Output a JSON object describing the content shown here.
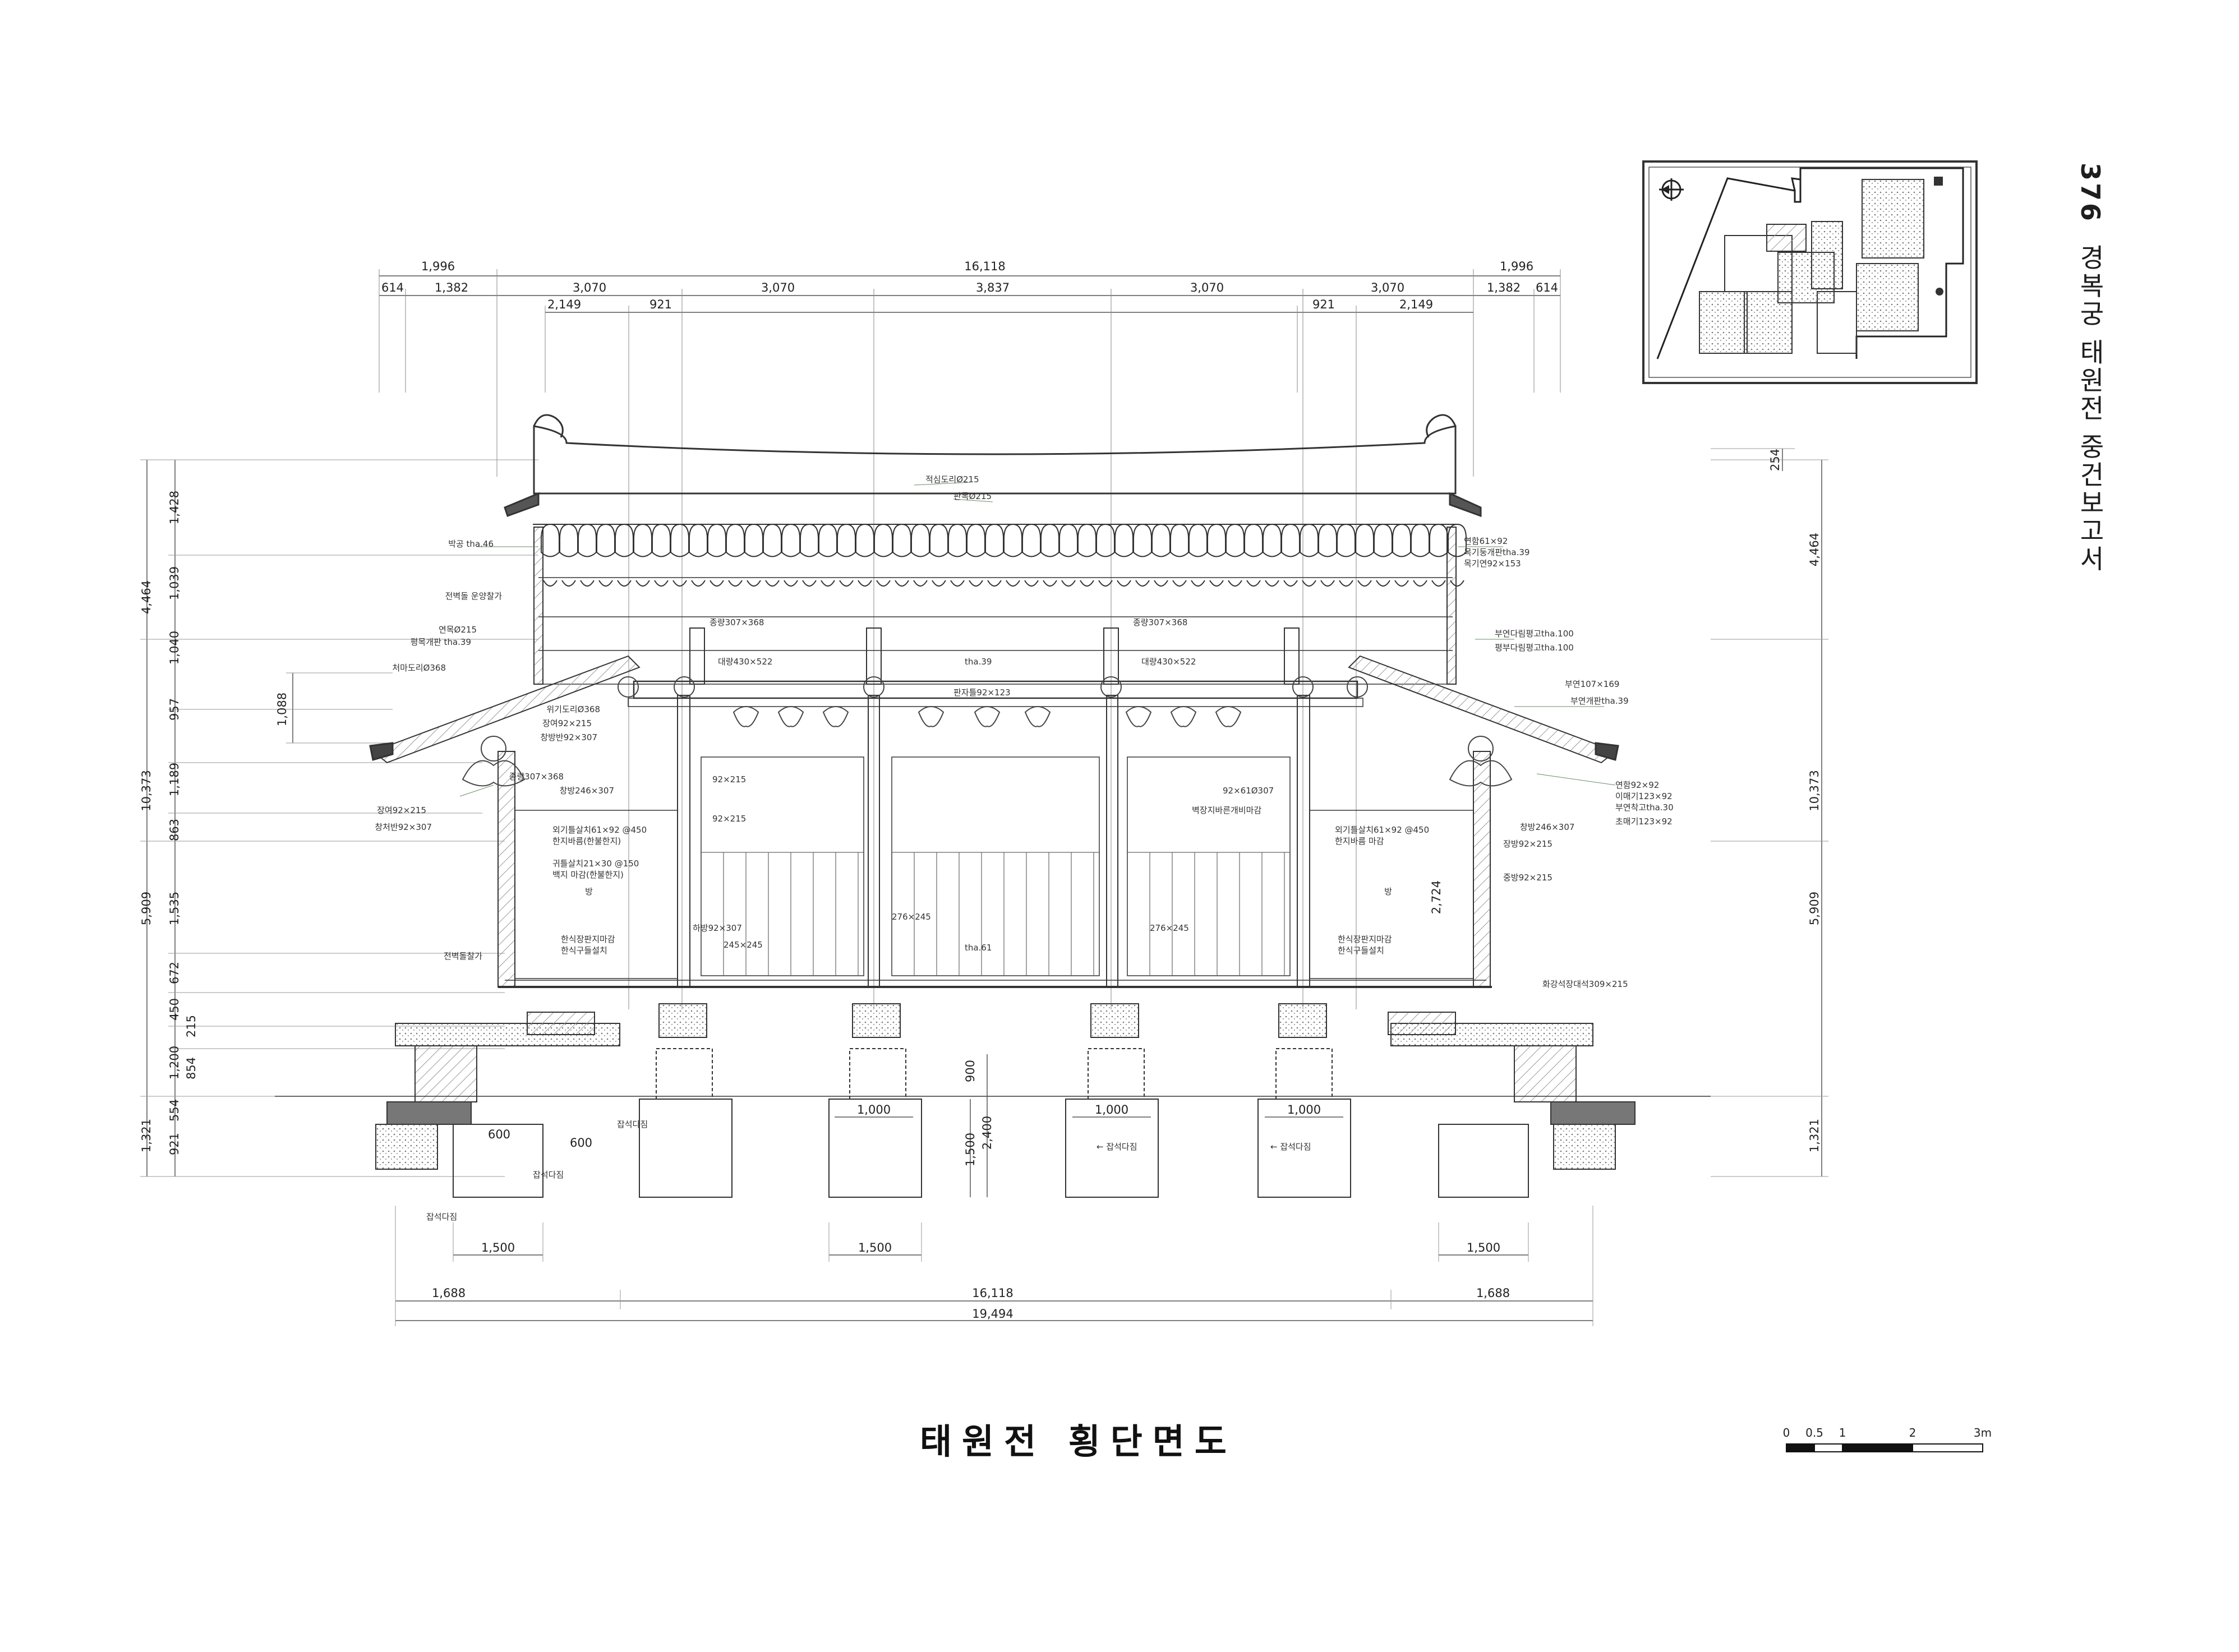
{
  "page_number": "376",
  "book_title": "경복궁 태원전 중건보고서",
  "drawing_title": "태원전 횡단면도",
  "scale_bar": {
    "ticks": [
      "0",
      "0.5",
      "1",
      "2",
      "3m"
    ]
  },
  "dimensions": {
    "top_row1": [
      "1,996",
      "16,118",
      "1,996"
    ],
    "top_row2": [
      "614",
      "1,382",
      "3,070",
      "3,070",
      "3,837",
      "3,070",
      "3,070",
      "1,382",
      "614"
    ],
    "top_row3": [
      "2,149",
      "921",
      "921",
      "2,149"
    ],
    "left_col1": [
      "1,428",
      "1,039",
      "1,040",
      "957",
      "1,189",
      "863",
      "1,535",
      "672",
      "450",
      "215",
      "854",
      "1,200",
      "554",
      "921"
    ],
    "left_col2": [
      "4,464",
      "10,373",
      "5,909",
      "1,321"
    ],
    "left_inner": "1,088",
    "right_col": [
      "4,464",
      "10,373",
      "5,909",
      "1,321"
    ],
    "right_top": "254",
    "inner_room_height": "2,724",
    "foundation_widths": [
      "1,000",
      "1,000",
      "1,000"
    ],
    "foundation_heights": [
      "900",
      "2,400",
      "1,500"
    ],
    "small_600": [
      "600",
      "600"
    ],
    "bottom_row1": [
      "1,500",
      "1,500",
      "1,500"
    ],
    "bottom_row2": [
      "1,688",
      "16,118",
      "1,688"
    ],
    "bottom_row3": "19,494"
  },
  "labels": {
    "ridge_a": "적심도리Ø215",
    "ridge_b": "판목Ø215",
    "left": [
      "박공 tha.46",
      "전벽돌 운양찰가",
      "연목Ø215",
      "평목개판 tha.39",
      "처마도리Ø368",
      "위기도리Ø368",
      "장여92×215",
      "창방반92×307",
      "종량307×368",
      "창방246×307",
      "장여92×215",
      "창처반92×307",
      "전벽돌찰가",
      "외기틀살치61×92 @450",
      "한지바름(한불한지)",
      "귀틀살치21×30 @150",
      "백지 마감(한불한지)",
      "한식장판지마감",
      "한식구들설치"
    ],
    "center": [
      "종량307×368",
      "대량430×522",
      "tha.39",
      "판자틀92×123",
      "92×215",
      "92×215",
      "하방92×307",
      "245×245",
      "276×245",
      "tha.61",
      "276×245",
      "종량307×368",
      "대량430×522"
    ],
    "right": [
      "연함61×92",
      "목기둥개판tha.39",
      "목기연92×153",
      "부연다림평고tha.100",
      "평부다림평고tha.100",
      "부연107×169",
      "부연개판tha.39",
      "연함92×92",
      "이매기123×92",
      "부연착고tha.30",
      "초매기123×92",
      "창방246×307",
      "장방92×215",
      "중방92×215",
      "92×61Ø307",
      "벽장지바른개비마감",
      "외기틀살치61×92 @450",
      "한지바름 마감",
      "한식장판지마감",
      "한식구들설치",
      "화강석장대석309×215"
    ],
    "room_left": "방",
    "room_right": "방",
    "foundation_notes": [
      "잡석다짐",
      "잡석다짐",
      "잡석다짐",
      "← 잡석다짐",
      "← 잡석다짐"
    ]
  }
}
